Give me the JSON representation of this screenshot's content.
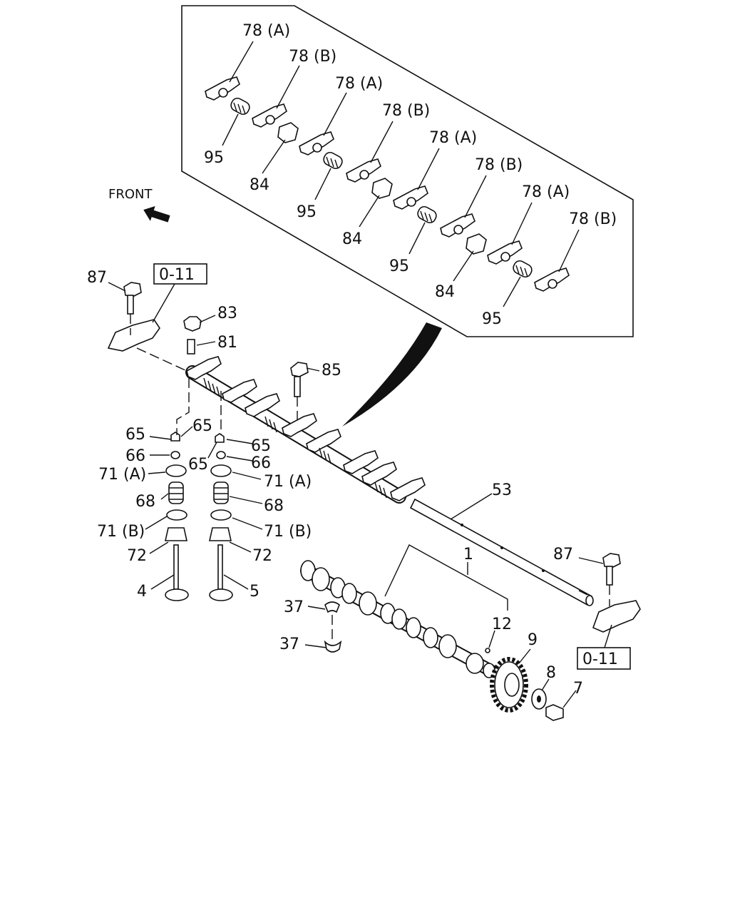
{
  "front_label": "FRONT",
  "ref_box_left": "0-11",
  "ref_box_right": "0-11",
  "inset_labels": {
    "rocker_a_1": "78 (A)",
    "rocker_b_1": "78 (B)",
    "rocker_a_2": "78 (A)",
    "rocker_b_2": "78 (B)",
    "rocker_a_3": "78 (A)",
    "rocker_b_3": "78 (B)",
    "rocker_a_4": "78 (A)",
    "rocker_b_4": "78 (B)",
    "spring_1": "95",
    "spring_2": "95",
    "spring_3": "95",
    "spring_4": "95",
    "bracket_1": "84",
    "bracket_2": "84",
    "bracket_3": "84"
  },
  "main_labels": {
    "bolt_left": "87",
    "nut": "83",
    "adjust_screw": "81",
    "bolt_center": "85",
    "keeper_1": "65",
    "keeper_2": "65",
    "keeper_3": "65",
    "keeper_4": "65",
    "seal_left": "66",
    "seal_right": "66",
    "retainer_left": "71 (A)",
    "retainer_right": "71 (A)",
    "spring_left": "68",
    "spring_right": "68",
    "seat_left": "71 (B)",
    "seat_right": "71 (B)",
    "guide_left": "72",
    "guide_right": "72",
    "valve_intake": "4",
    "valve_exhaust": "5",
    "shaft": "53",
    "bolt_right": "87",
    "camshaft": "1",
    "bearing_top": "37",
    "bearing_bottom": "37",
    "plug": "12",
    "gear": "9",
    "washer": "8",
    "gear_bolt": "7"
  }
}
